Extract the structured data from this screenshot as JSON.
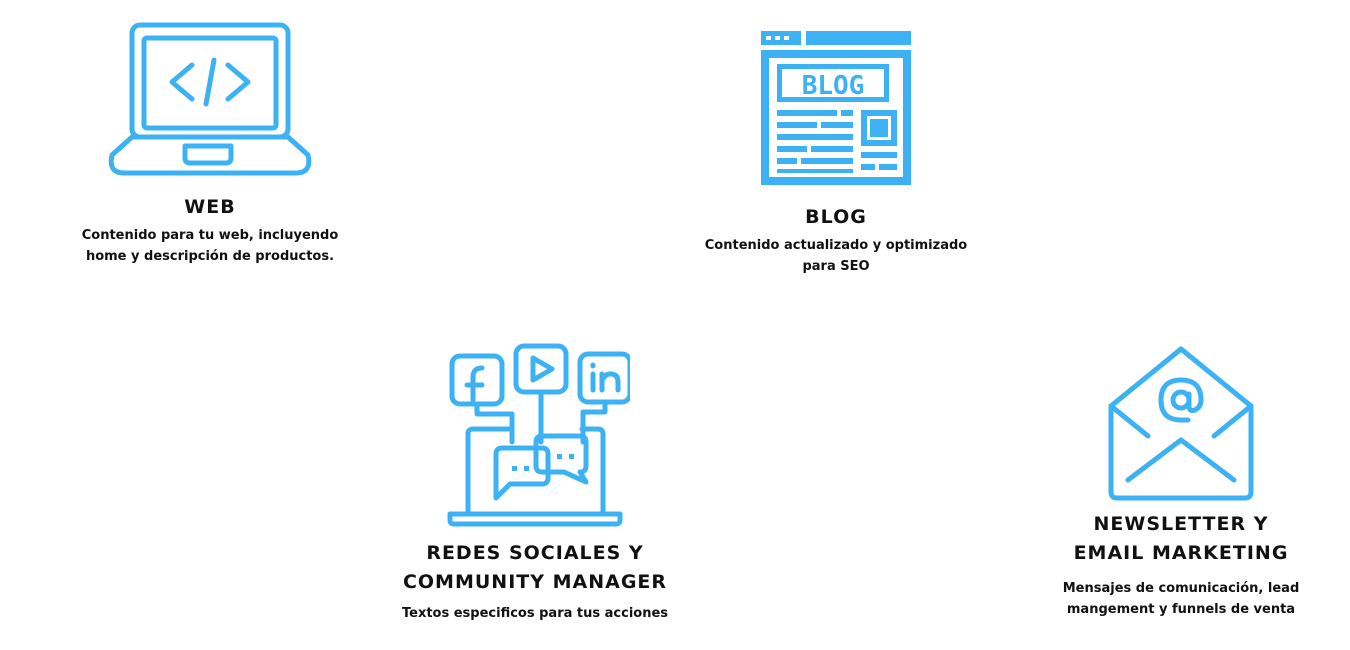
{
  "colors": {
    "accent": "#3cb2f4",
    "text": "#111111",
    "background": "#ffffff"
  },
  "services": {
    "web": {
      "icon": "laptop-code-icon",
      "title": "WEB",
      "description_lines": [
        "Contenido para tu web, incluyendo",
        "home y descripción de productos."
      ]
    },
    "blog": {
      "icon": "blog-page-icon",
      "icon_text": "BLOG",
      "title": "BLOG",
      "description_lines": [
        "Contenido actualizado y optimizado",
        "para SEO"
      ]
    },
    "redes": {
      "icon": "social-media-laptop-icon",
      "title_lines": [
        "REDES SOCIALES Y",
        "COMMUNITY MANAGER"
      ],
      "description_lines": [
        "Textos especificos para tus acciones"
      ]
    },
    "newsletter": {
      "icon": "email-envelope-icon",
      "title_lines": [
        "NEWSLETTER Y",
        "EMAIL MARKETING"
      ],
      "description_lines": [
        "Mensajes de comunicación, lead",
        "mangement y funnels de venta"
      ]
    }
  }
}
